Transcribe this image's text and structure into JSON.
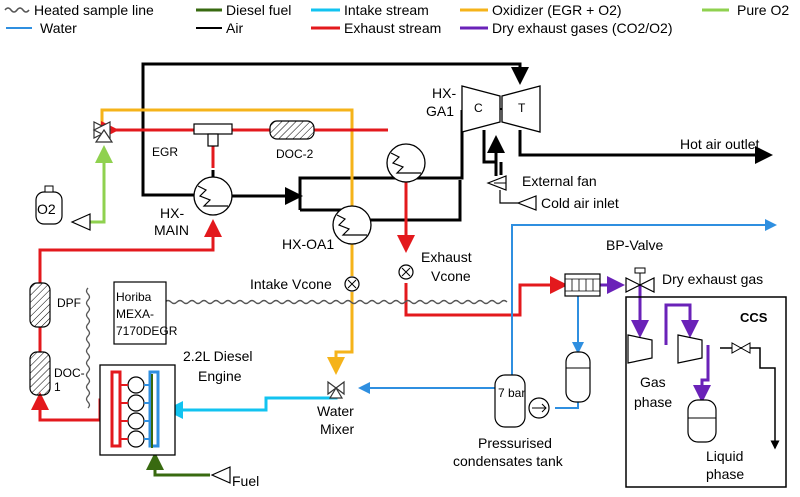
{
  "legend": [
    {
      "label": "Heated sample line",
      "color": "#555555",
      "style": "wavy"
    },
    {
      "label": "Water",
      "color": "#2f8fe0",
      "style": "solid"
    },
    {
      "label": "Diesel fuel",
      "color": "#386a10",
      "style": "solid"
    },
    {
      "label": "Air",
      "color": "#000000",
      "style": "solid"
    },
    {
      "label": "Intake stream",
      "color": "#12c3f0",
      "style": "solid"
    },
    {
      "label": "Exhaust stream",
      "color": "#e3191d",
      "style": "solid"
    },
    {
      "label": "Oxidizer (EGR + O2)",
      "color": "#f5b31a",
      "style": "solid"
    },
    {
      "label": "Dry exhaust gases (CO2/O2)",
      "color": "#6a22b8",
      "style": "solid"
    },
    {
      "label": "Pure O2",
      "color": "#8fd14f",
      "style": "solid"
    }
  ],
  "labels": {
    "egr": "EGR",
    "doc2": "DOC-2",
    "hx_ga1_a": "HX-",
    "hx_ga1_b": "GA1",
    "compressor": "C",
    "turbine": "T",
    "hot_air_outlet": "Hot air outlet",
    "external_fan": "External fan",
    "cold_air_inlet": "Cold air inlet",
    "o2": "O2",
    "hx_main_a": "HX-",
    "hx_main_b": "MAIN",
    "hx_oa1": "HX-OA1",
    "exhaust_vcone_a": "Exhaust",
    "exhaust_vcone_b": "Vcone",
    "intake_vcone": "Intake Vcone",
    "bp_valve": "BP-Valve",
    "dry_exhaust_gas": "Dry exhaust gas",
    "ccs": "CCS",
    "dpf": "DPF",
    "horiba_a": "Horiba",
    "horiba_b": "MEXA-",
    "horiba_c": "7170DEGR",
    "engine_a": "2.2L Diesel",
    "engine_b": "Engine",
    "doc1_a": "DOC-",
    "doc1_b": "1",
    "water_mixer_a": "Water",
    "water_mixer_b": "Mixer",
    "pressure_7bar": "7 bar",
    "tank_a": "Pressurised",
    "tank_b": "condensates tank",
    "gas_phase_a": "Gas",
    "gas_phase_b": "phase",
    "liquid_phase_a": "Liquid",
    "liquid_phase_b": "phase",
    "fuel": "Fuel"
  }
}
